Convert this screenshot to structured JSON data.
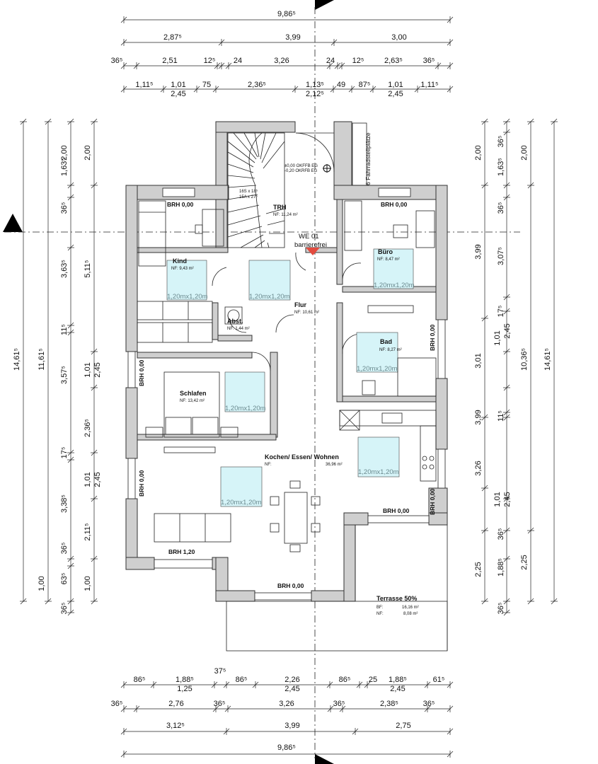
{
  "dims_top": {
    "r1": [
      "9,86⁵"
    ],
    "r2": [
      "2,87⁵",
      "3,99",
      "3,00"
    ],
    "r3": [
      "36⁵",
      "2,51",
      "12⁵",
      "24",
      "3,26",
      "24",
      "12⁵",
      "2,63⁵",
      "36⁵"
    ],
    "r4a": [
      "1,11⁵",
      "1,01",
      "75",
      "2,36⁵",
      "1,13⁵",
      "49",
      "87⁵",
      "1,01",
      "1,11⁵"
    ],
    "r4b": [
      "2,45",
      "2,12⁵",
      "2,45"
    ]
  },
  "dims_bottom": {
    "r1a": [
      "86⁵",
      "1,88⁵",
      "37⁵",
      "86⁵",
      "2,26",
      "86⁵",
      "25",
      "1,88⁵",
      "61⁵"
    ],
    "r1b": [
      "1,25",
      "2,45",
      "2,45"
    ],
    "r2": [
      "36⁵",
      "2,76",
      "36⁵",
      "3,26",
      "36⁵",
      "2,38⁵",
      "36⁵"
    ],
    "r3": [
      "3,12⁵",
      "3,99",
      "2,75"
    ],
    "r4": [
      "9,86⁵"
    ]
  },
  "dims_left": {
    "c1": [
      "14,61⁵"
    ],
    "c2": [
      "11,61⁵",
      "1,00"
    ],
    "c3": [
      "2,00",
      "1,63⁵",
      "36⁵",
      "3,63⁵",
      "11⁵",
      "3,57⁵",
      "17⁵",
      "3,38⁵",
      "36⁵",
      "63⁵",
      "36⁵"
    ],
    "c4": [
      "2,00",
      "5,11⁵",
      "1,01",
      "2,45",
      "2,36⁵",
      "1,01",
      "2,45",
      "2,11⁵",
      "1,00"
    ]
  },
  "dims_right": {
    "c1": [
      "2,00",
      "3,99",
      "3,01",
      "3,99",
      "3,26",
      "2,25"
    ],
    "c2": [
      "36⁵",
      "1,63⁵",
      "36⁵",
      "3,07⁵",
      "17⁵",
      "1,01",
      "2,45",
      "11⁵",
      "1,01",
      "2,45",
      "36⁵",
      "1,88⁵",
      "36⁵"
    ],
    "c3": [
      "2,00",
      "10,36⁵",
      "2,25"
    ],
    "c4": [
      "14,61⁵"
    ]
  },
  "rooms": {
    "kind": {
      "name": "Kind",
      "nf": "NF: 9,43 m²"
    },
    "trh": {
      "name": "TRH",
      "nf": "NF: 11,24 m²"
    },
    "buero": {
      "name": "Büro",
      "nf": "NF: 8,47 m²"
    },
    "flur": {
      "name": "Flur",
      "nf": "NF: 10,61 m²"
    },
    "abst": {
      "name": "Abst.",
      "nf": "NF: 1,44 m²"
    },
    "bad": {
      "name": "Bad",
      "nf": "NF: 8,27 m²"
    },
    "schlafen": {
      "name": "Schlafen",
      "nf": "NF:  13,42 m²"
    },
    "kochen": {
      "name": "Kochen/ Essen/ Wohnen",
      "nf_label": "NF:",
      "nf_value": "36,96 m²"
    },
    "terrasse": {
      "name": "Terrasse 50%",
      "bf_label": "BF:",
      "bf_value": "16,16 m²",
      "nf_label": "NF:",
      "nf_value": "8,08 m²"
    }
  },
  "stair": {
    "steps": "16S x 18⁵",
    "tread": "15A x 27⁵"
  },
  "levels": {
    "l1": "±0,00 OKFFB EG",
    "l2": "-0,20 OKRFB EG"
  },
  "unit": {
    "name": "WE 01",
    "sub": "barrierefrei"
  },
  "bike": "6 Fahrradstellplätze",
  "brh": {
    "kind": "BRH 0,00",
    "buero": "BRH 0,00",
    "bad": "BRH 0,00",
    "left1": "BRH 0,00",
    "left2": "BRH 0,00",
    "right2": "BRH 0,00",
    "south1": "BRH 1,20",
    "south2": "BRH 0,00",
    "east": "BRH 0,00"
  },
  "turning": "1,20mx1,20m"
}
